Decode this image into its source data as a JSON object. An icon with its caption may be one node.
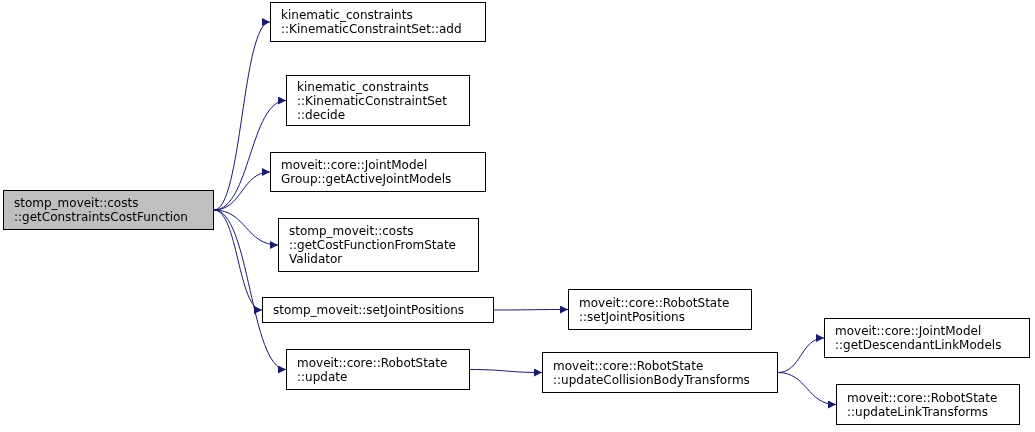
{
  "diagram": {
    "nodes": [
      {
        "text": [
          "stomp_moveit::costs ::getConstraintsCostFunction"
        ]
      },
      {
        "text": [
          "kinematic_constraints ::KinematicConstraintSet::add"
        ]
      },
      {
        "text": [
          "kinematic_constraints ::KinematicConstraintSet ::decide"
        ]
      },
      {
        "text": [
          "moveit::core::JointModel Group::getActiveJointModels"
        ]
      },
      {
        "text": [
          "stomp_moveit::costs ::getCostFunctionFromState Validator"
        ]
      },
      {
        "text": [
          "stomp_moveit::setJointPositions"
        ]
      },
      {
        "text": [
          "moveit::core::RobotState ::update"
        ]
      },
      {
        "text": [
          "moveit::core::RobotState ::setJointPositions"
        ]
      },
      {
        "text": [
          "moveit::core::RobotState ::updateCollisionBodyTransforms"
        ]
      },
      {
        "text": [
          "moveit::core::JointModel ::getDescendantLinkModels"
        ]
      },
      {
        "text": [
          "moveit::core::RobotState ::updateLinkTransforms"
        ]
      }
    ],
    "edges": [
      {
        "from": 0,
        "to": 1,
        "arrow": "to"
      },
      {
        "from": 0,
        "to": 2,
        "arrow": "to"
      },
      {
        "from": 0,
        "to": 3,
        "arrow": "to"
      },
      {
        "from": 0,
        "to": 4,
        "arrow": "to"
      },
      {
        "from": 0,
        "to": 5,
        "arrow": "to"
      },
      {
        "from": 0,
        "to": 6,
        "arrow": "to"
      },
      {
        "from": 5,
        "to": 7,
        "arrow": "to"
      },
      {
        "from": 6,
        "to": 8,
        "arrow": "to"
      },
      {
        "from": 8,
        "to": 9,
        "arrow": "to"
      },
      {
        "from": 8,
        "to": 10,
        "arrow": "to"
      }
    ]
  }
}
